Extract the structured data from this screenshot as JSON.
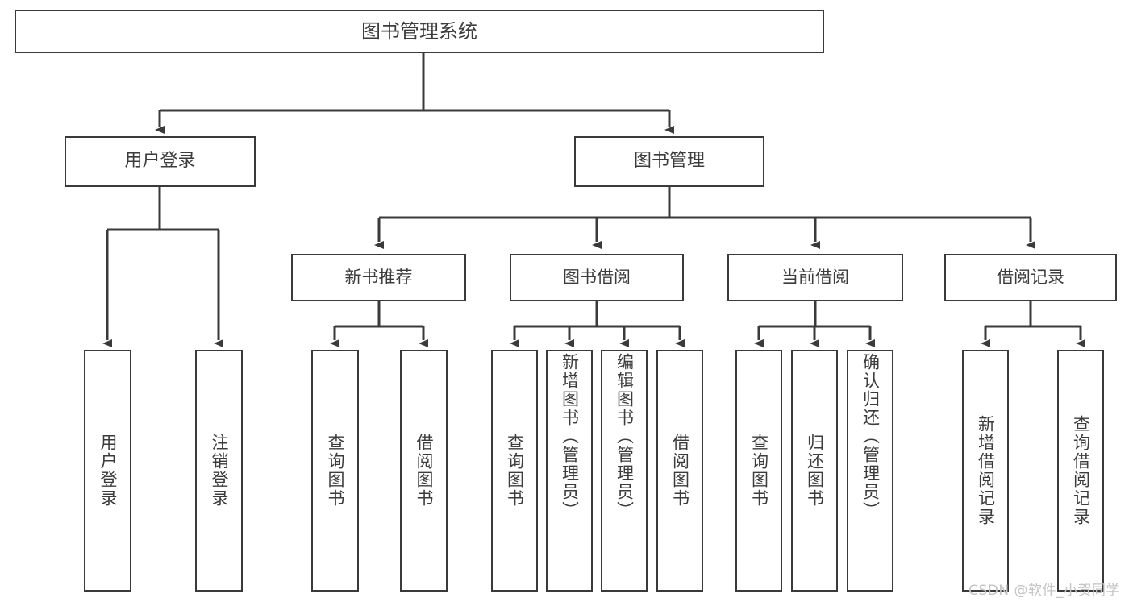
{
  "diagram": {
    "title": "图书管理系统",
    "watermark": "CSDN @软件_小贺同学",
    "colors": {
      "stroke": "#3a3a3a",
      "text": "#3c3c3c",
      "background": "#ffffff",
      "watermark": "#c3c3c3"
    },
    "root": {
      "label": "图书管理系统"
    },
    "level2": [
      {
        "label": "用户登录"
      },
      {
        "label": "图书管理"
      }
    ],
    "level3": [
      {
        "label": "新书推荐"
      },
      {
        "label": "图书借阅"
      },
      {
        "label": "当前借阅"
      },
      {
        "label": "借阅记录"
      }
    ],
    "leaves": [
      {
        "label": "用户登录",
        "parent": "用户登录"
      },
      {
        "label": "注销登录",
        "parent": "用户登录"
      },
      {
        "label": "查询图书",
        "parent": "新书推荐"
      },
      {
        "label": "借阅图书",
        "parent": "新书推荐"
      },
      {
        "label": "查询图书",
        "parent": "图书借阅"
      },
      {
        "label": "新增图书（管理员）",
        "parent": "图书借阅"
      },
      {
        "label": "编辑图书（管理员）",
        "parent": "图书借阅"
      },
      {
        "label": "借阅图书",
        "parent": "图书借阅"
      },
      {
        "label": "查询图书",
        "parent": "当前借阅"
      },
      {
        "label": "归还图书",
        "parent": "当前借阅"
      },
      {
        "label": "确认归还（管理员）",
        "parent": "当前借阅"
      },
      {
        "label": "新增借阅记录",
        "parent": "借阅记录"
      },
      {
        "label": "查询借阅记录",
        "parent": "借阅记录"
      }
    ]
  }
}
